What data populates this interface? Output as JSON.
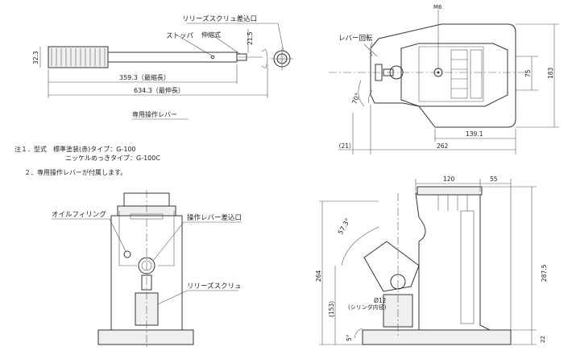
{
  "top_left": {
    "release_screw_inlet": "リリーズスクリュ差込口",
    "stopper": "ストッパ",
    "telescopic": "伸縮式",
    "m6": "M6",
    "dim_21_5": "21.5",
    "dim_32_3": "32.3",
    "dim_359_3": "359.3（最縮長）",
    "dim_634_3": "634.3（最伸長）",
    "caption": "専用操作レバー"
  },
  "top_right": {
    "lever_rotation": "レバー回転",
    "dim_70": "70°",
    "dim_75": "75",
    "dim_183": "183",
    "dim_139_1": "139.1",
    "dim_21": "（21）",
    "dim_262": "262"
  },
  "notes": {
    "line1": "注１．型式　標準塗装(赤)タイプ：G-100",
    "line2": "ニッケルめっきタイプ：G-100C",
    "line3": "２．専用操作レバーが付属します。"
  },
  "bottom_left": {
    "oil_filling": "オイルフィリング",
    "lever_inlet": "操作レバー差込口",
    "release_screw": "リリーズスクリュ"
  },
  "bottom_right": {
    "dim_120": "120",
    "dim_55": "55",
    "dim_57_3": "57.3°",
    "dim_264": "264",
    "dim_287_5": "287.5",
    "dim_153": "(153)",
    "dim_12": "Ø12",
    "cylinder_inner": "(シリンダ内径)",
    "dim_5": "5°",
    "dim_22": "22"
  }
}
